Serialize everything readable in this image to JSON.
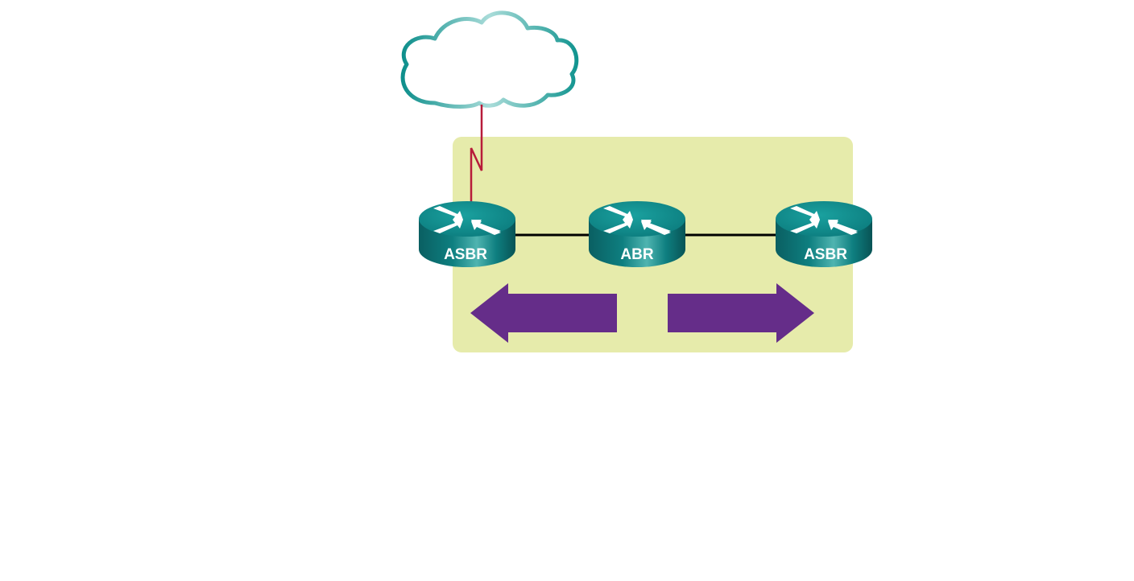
{
  "colors": {
    "area_fill": "#e6ebab",
    "arrow_fill": "#652d89",
    "router_top": "#0f8b8d",
    "router_side": "#0b6f70",
    "link_serial": "#b71c3a",
    "link_ethernet": "#000000",
    "cloud_stroke": "#199a98"
  },
  "cloud": {
    "name": "external-network-cloud"
  },
  "routers": [
    {
      "id": "r1",
      "label": "ASBR",
      "role": "autonomous-system-boundary-router"
    },
    {
      "id": "r2",
      "label": "ABR",
      "role": "area-border-router"
    },
    {
      "id": "r3",
      "label": "ASBR",
      "role": "autonomous-system-boundary-router"
    }
  ],
  "links": [
    {
      "from": "cloud",
      "to": "r1",
      "type": "serial"
    },
    {
      "from": "r1",
      "to": "r2",
      "type": "ethernet"
    },
    {
      "from": "r2",
      "to": "r3",
      "type": "ethernet"
    }
  ],
  "arrows": [
    {
      "direction": "left"
    },
    {
      "direction": "right"
    }
  ]
}
